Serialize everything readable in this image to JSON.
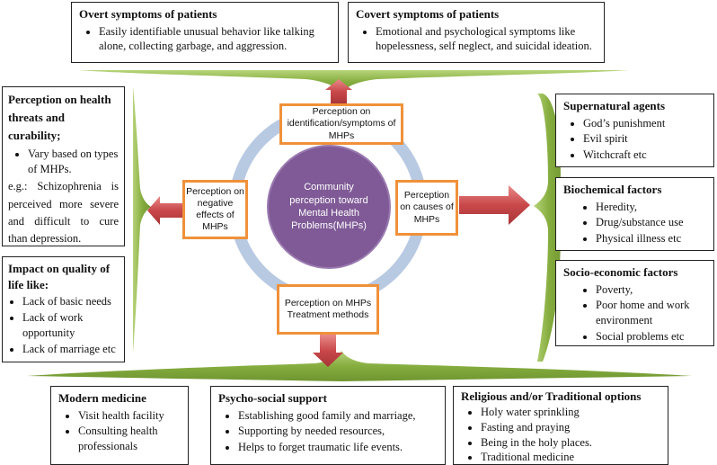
{
  "center": {
    "label": "Community perception toward Mental Health Problems(MHPs)"
  },
  "hubs": {
    "top": "Perception on identification/symptoms of MHPs",
    "right": "Perception on causes of MHPs",
    "bottom": "Perception on MHPs Treatment  methods",
    "left": "Perception on negative effects of MHPs"
  },
  "overt": {
    "title": "Overt symptoms of patients",
    "items": [
      "Easily identifiable unusual behavior like talking alone, collecting garbage, and aggression."
    ]
  },
  "covert": {
    "title": "Covert symptoms of patients",
    "items": [
      "Emotional and psychological symptoms like hopelessness, self neglect, and suicidal ideation."
    ]
  },
  "health_threats": {
    "title": "Perception on health threats and curability;",
    "items": [
      "Vary based on types of MHPs."
    ],
    "example": "e.g.: Schizophrenia is perceived more severe and difficult to cure than depression."
  },
  "quality_of_life": {
    "title": "Impact on quality of life like:",
    "items": [
      "Lack of basic needs",
      "Lack of work opportunity",
      "Lack of marriage etc"
    ]
  },
  "supernatural": {
    "title": "Supernatural agents",
    "items": [
      "God’s punishment",
      "Evil spirit",
      "Witchcraft etc"
    ]
  },
  "biochemical": {
    "title": "Biochemical factors",
    "items": [
      "Heredity,",
      "Drug/substance use",
      "Physical illness etc"
    ]
  },
  "socio_economic": {
    "title": "Socio-economic factors",
    "items": [
      "Poverty,",
      "Poor home and work environment",
      "Social problems etc"
    ]
  },
  "modern_medicine": {
    "title": "Modern medicine",
    "items": [
      "Visit health facility",
      "Consulting health professionals"
    ]
  },
  "psycho_social": {
    "title": "Psycho-social support",
    "items": [
      "Establishing good family and marriage,",
      "Supporting by needed resources,",
      "Helps to forget traumatic life events."
    ]
  },
  "religious": {
    "title": "Religious and/or Traditional options",
    "items": [
      "Holy water sprinkling",
      "Fasting and praying",
      "Being in the holy places.",
      "Traditional medicine"
    ]
  },
  "colors": {
    "accent_green": "#8fb84a",
    "arrow_red": "#c9484a",
    "hub_orange": "#f0913a",
    "ring_blue": "#b8c9e2",
    "center_purple": "#7f5a96"
  }
}
